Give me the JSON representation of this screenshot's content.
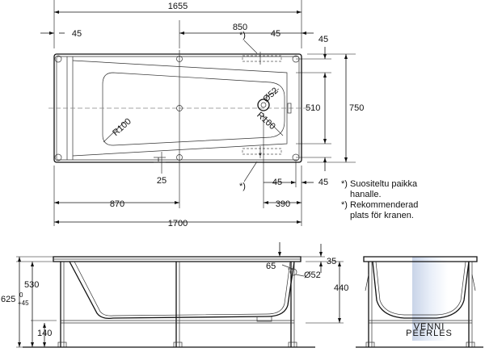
{
  "dims": {
    "top_total": "1655",
    "top_mid": "850",
    "left_45": "45",
    "right_45a": "45",
    "right_45b": "45",
    "w_510": "510",
    "w_750": "750",
    "r_left": "R100",
    "r_right": "R100",
    "drain": "Ø52",
    "b_25": "25",
    "b_45a": "45",
    "b_45b": "45",
    "b_870": "870",
    "b_390": "390",
    "b_1700": "1700",
    "s_530": "530",
    "s_625": "625",
    "s_625_tol_top": "0",
    "s_625_tol_bot": "+45",
    "s_140": "140",
    "s_65": "65",
    "s_35": "35",
    "s_440": "440",
    "s_drain": "Ø52",
    "star_top": "*)",
    "star_bottom": "*)",
    "star_center": "*"
  },
  "notes": {
    "fi_line1": "*) Suositeltu paikka",
    "fi_line2": "hanalle.",
    "sv_line1": "*) Rekommenderad",
    "sv_line2": "plats för kranen."
  },
  "watermark": {
    "line1": "VENNI",
    "line2": "PEERLES"
  }
}
